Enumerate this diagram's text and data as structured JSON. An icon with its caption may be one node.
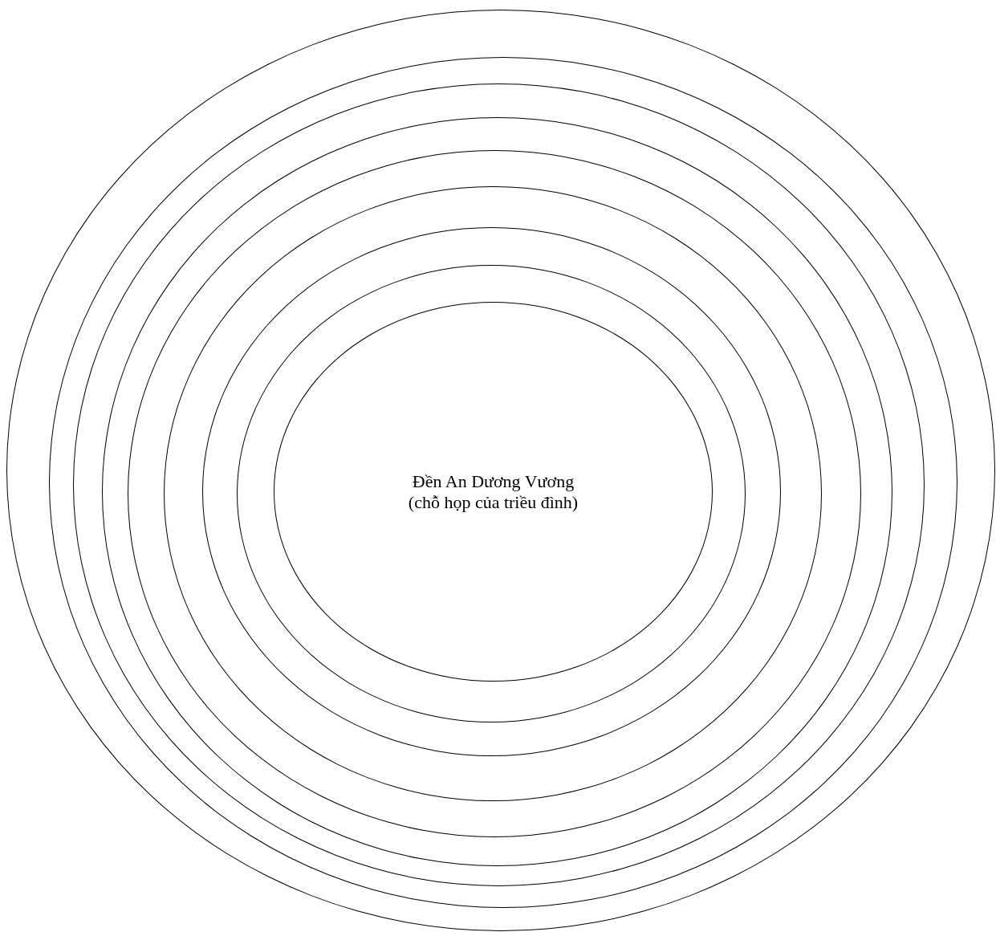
{
  "diagram": {
    "nodes": [
      {
        "text": [],
        "shape": "ellipse"
      },
      {
        "text": [],
        "shape": "ellipse",
        "in": 0
      },
      {
        "text": [],
        "shape": "ellipse",
        "in": 1
      },
      {
        "text": [],
        "shape": "ellipse",
        "in": 2
      },
      {
        "text": [],
        "shape": "ellipse",
        "in": 3
      },
      {
        "text": [],
        "shape": "ellipse",
        "in": 4
      },
      {
        "text": [],
        "shape": "ellipse",
        "in": 5
      },
      {
        "text": [],
        "shape": "ellipse",
        "in": 6
      },
      {
        "text": [
          "Đền An Dương Vương",
          "(chỗ họp của triều đình)"
        ],
        "in": 7
      }
    ]
  }
}
